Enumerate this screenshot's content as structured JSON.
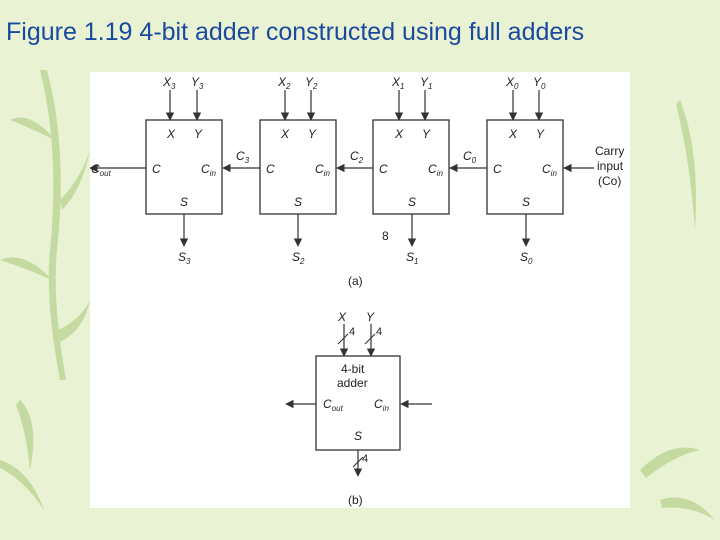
{
  "slide": {
    "title": "Figure 1.19 4-bit adder constructed using full adders"
  },
  "diagram_a": {
    "caption": "(a)",
    "stray_label": "8",
    "carry_input": {
      "line1": "Carry",
      "line2": "input",
      "line3": "(Co)"
    },
    "cout": {
      "main": "C",
      "sub": "out"
    },
    "adders": [
      {
        "x": "X",
        "y": "Y",
        "c": "C",
        "cin_main": "C",
        "cin_sub": "in",
        "s": "S",
        "in_x_main": "X",
        "in_x_sub": "3",
        "in_y_main": "Y",
        "in_y_sub": "3",
        "out_main": "S",
        "out_sub": "3"
      },
      {
        "x": "X",
        "y": "Y",
        "c": "C",
        "cin_main": "C",
        "cin_sub": "in",
        "s": "S",
        "in_x_main": "X",
        "in_x_sub": "2",
        "in_y_main": "Y",
        "in_y_sub": "2",
        "out_main": "S",
        "out_sub": "2"
      },
      {
        "x": "X",
        "y": "Y",
        "c": "C",
        "cin_main": "C",
        "cin_sub": "in",
        "s": "S",
        "in_x_main": "X",
        "in_x_sub": "1",
        "in_y_main": "Y",
        "in_y_sub": "1",
        "out_main": "S",
        "out_sub": "1"
      },
      {
        "x": "X",
        "y": "Y",
        "c": "C",
        "cin_main": "C",
        "cin_sub": "in",
        "s": "S",
        "in_x_main": "X",
        "in_x_sub": "0",
        "in_y_main": "Y",
        "in_y_sub": "0",
        "out_main": "S",
        "out_sub": "0"
      }
    ],
    "carries": [
      {
        "main": "C",
        "sub": "3"
      },
      {
        "main": "C",
        "sub": "2"
      },
      {
        "main": "C",
        "sub": "0"
      }
    ]
  },
  "diagram_b": {
    "caption": "(b)",
    "box_line1": "4-bit",
    "box_line2": "adder",
    "cout_main": "C",
    "cout_sub": "out",
    "cin_main": "C",
    "cin_sub": "in",
    "s": "S",
    "in_x": "X",
    "in_y": "Y",
    "width_x": "4",
    "width_y": "4",
    "width_s": "4"
  }
}
